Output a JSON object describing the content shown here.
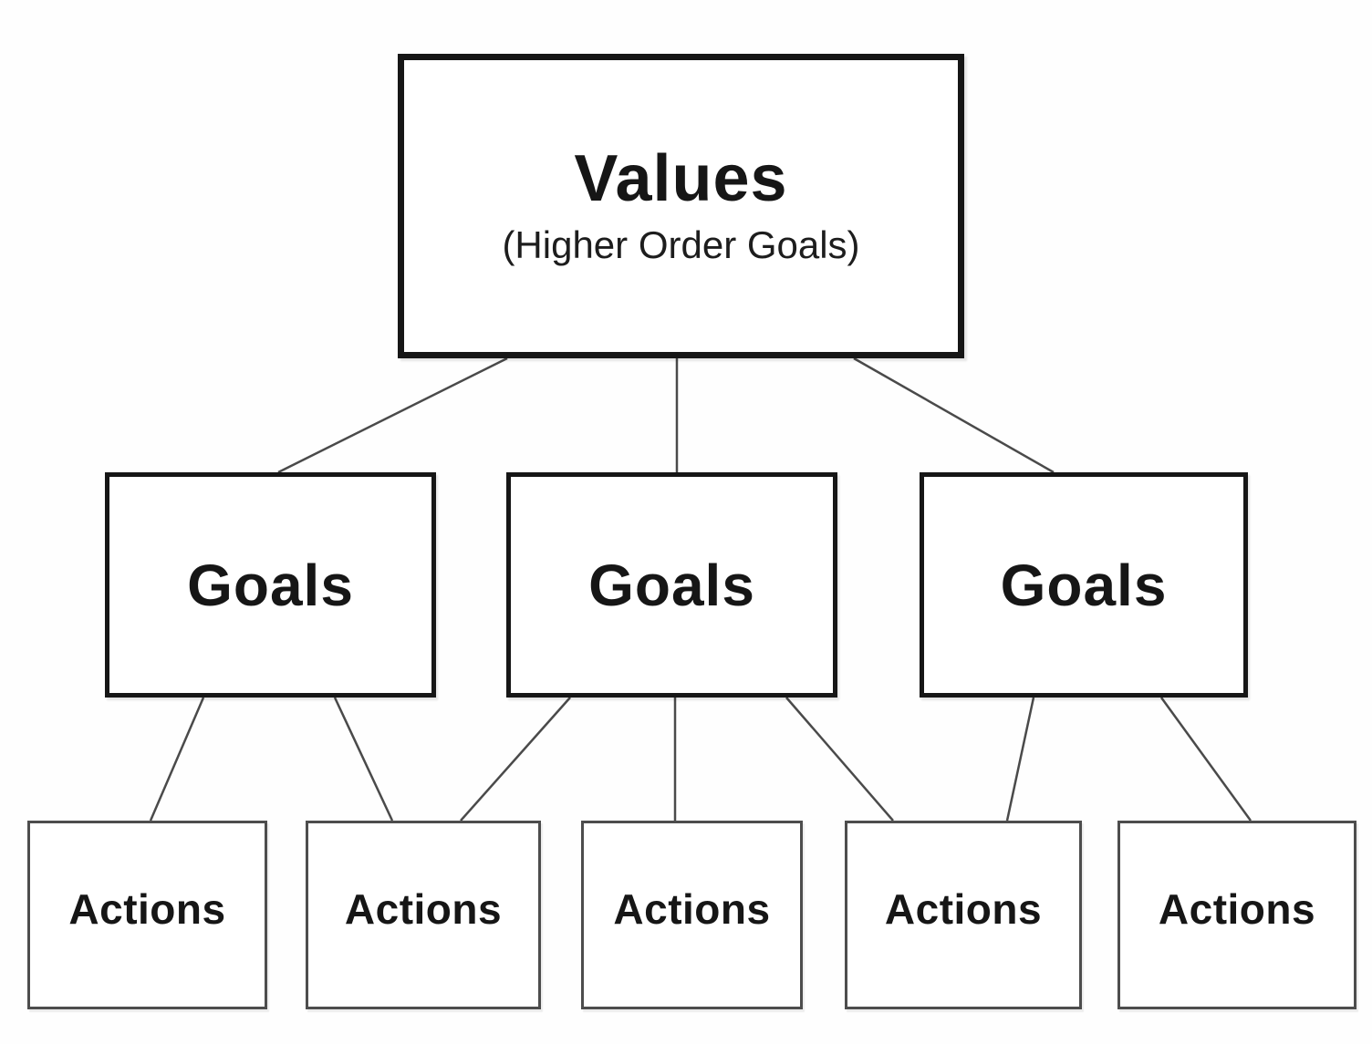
{
  "diagram": {
    "type": "hierarchy",
    "colors": {
      "background": "#ffffff",
      "node_fill": "#ffffff",
      "values_goals_border": "#161616",
      "actions_border": "#4d4d4d",
      "edge_line": "#4a4a4a",
      "text": "#161616"
    },
    "nodes": {
      "values": {
        "label": "Values",
        "sublabel": "(Higher Order Goals)"
      },
      "goals": [
        {
          "label": "Goals"
        },
        {
          "label": "Goals"
        },
        {
          "label": "Goals"
        }
      ],
      "actions": [
        {
          "label": "Actions"
        },
        {
          "label": "Actions"
        },
        {
          "label": "Actions"
        },
        {
          "label": "Actions"
        },
        {
          "label": "Actions"
        }
      ]
    },
    "edges": [
      {
        "from": "values",
        "to": "goals-1"
      },
      {
        "from": "values",
        "to": "goals-2"
      },
      {
        "from": "values",
        "to": "goals-3"
      },
      {
        "from": "goals-1",
        "to": "actions-1"
      },
      {
        "from": "goals-1",
        "to": "actions-2"
      },
      {
        "from": "goals-2",
        "to": "actions-2"
      },
      {
        "from": "goals-2",
        "to": "actions-3"
      },
      {
        "from": "goals-2",
        "to": "actions-4"
      },
      {
        "from": "goals-3",
        "to": "actions-4"
      },
      {
        "from": "goals-3",
        "to": "actions-5"
      }
    ]
  }
}
